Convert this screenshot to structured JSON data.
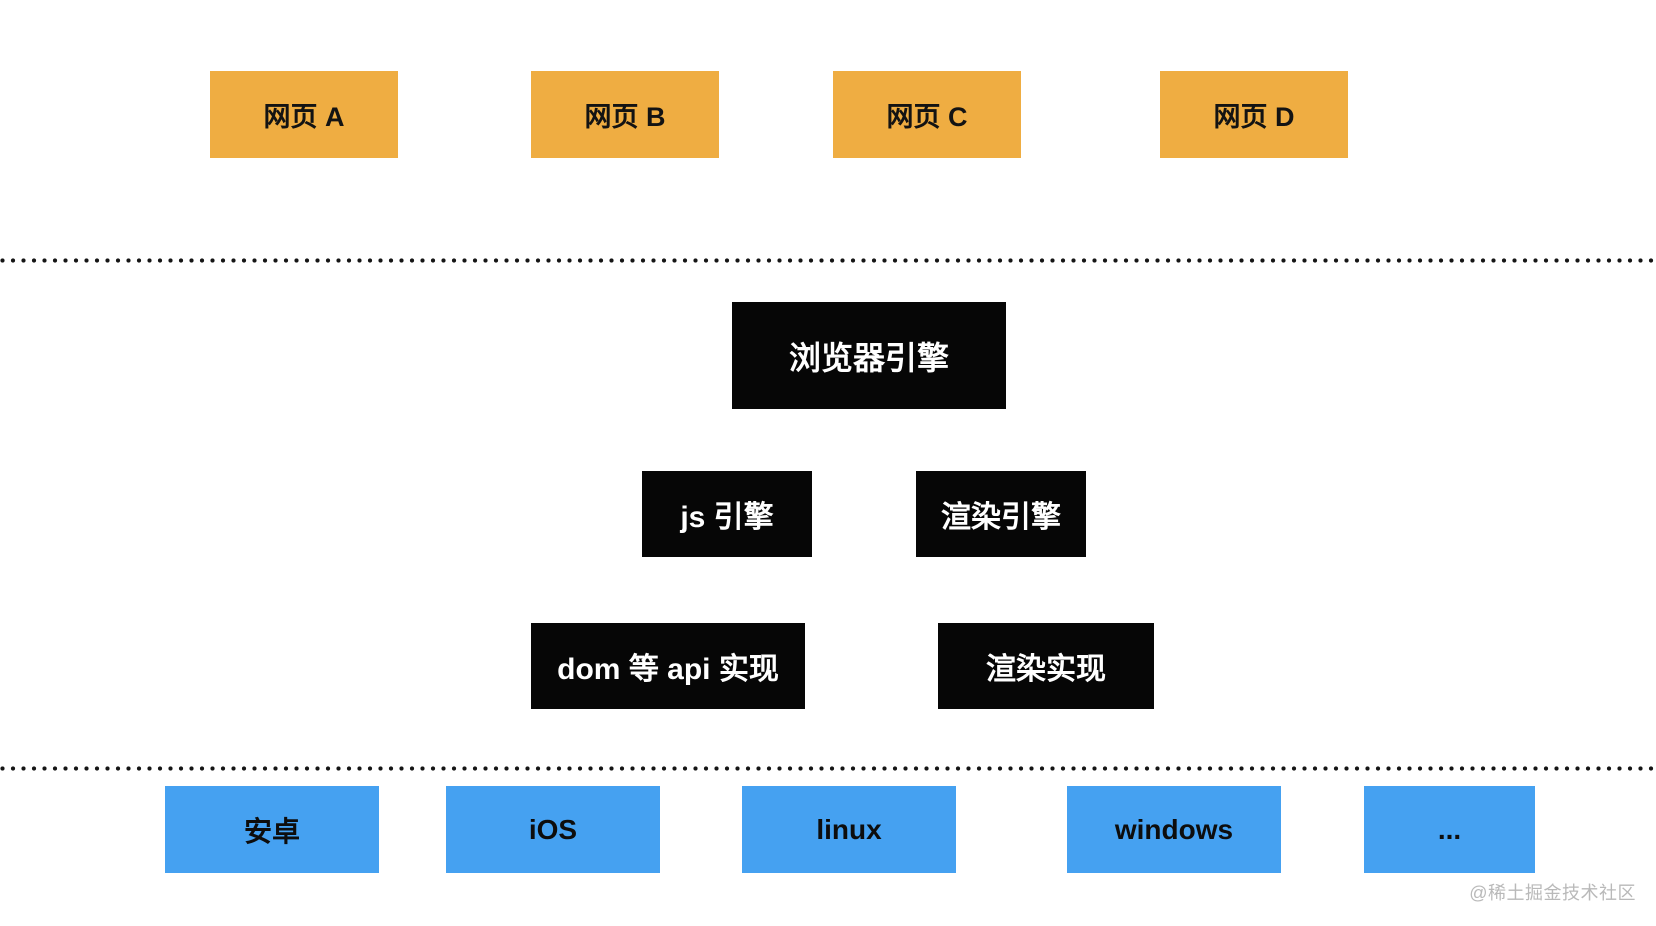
{
  "diagram": {
    "top_row": [
      {
        "label": "网页 A"
      },
      {
        "label": "网页 B"
      },
      {
        "label": "网页 C"
      },
      {
        "label": "网页 D"
      }
    ],
    "browser_engine": {
      "label": "浏览器引擎"
    },
    "mid_row": [
      {
        "label": "js 引擎"
      },
      {
        "label": "渲染引擎"
      }
    ],
    "impl_row": [
      {
        "label": "dom 等 api 实现"
      },
      {
        "label": "渲染实现"
      }
    ],
    "platform_row": [
      {
        "label": "安卓"
      },
      {
        "label": "iOS"
      },
      {
        "label": "linux"
      },
      {
        "label": "windows"
      },
      {
        "label": "..."
      }
    ],
    "watermark": "@稀土掘金技术社区",
    "colors": {
      "page_box_bg": "#efad42",
      "engine_box_bg": "#060606",
      "platform_box_bg": "#45a1f1",
      "dotted_line": "#151515",
      "watermark_text": "#b9b9b9"
    }
  }
}
